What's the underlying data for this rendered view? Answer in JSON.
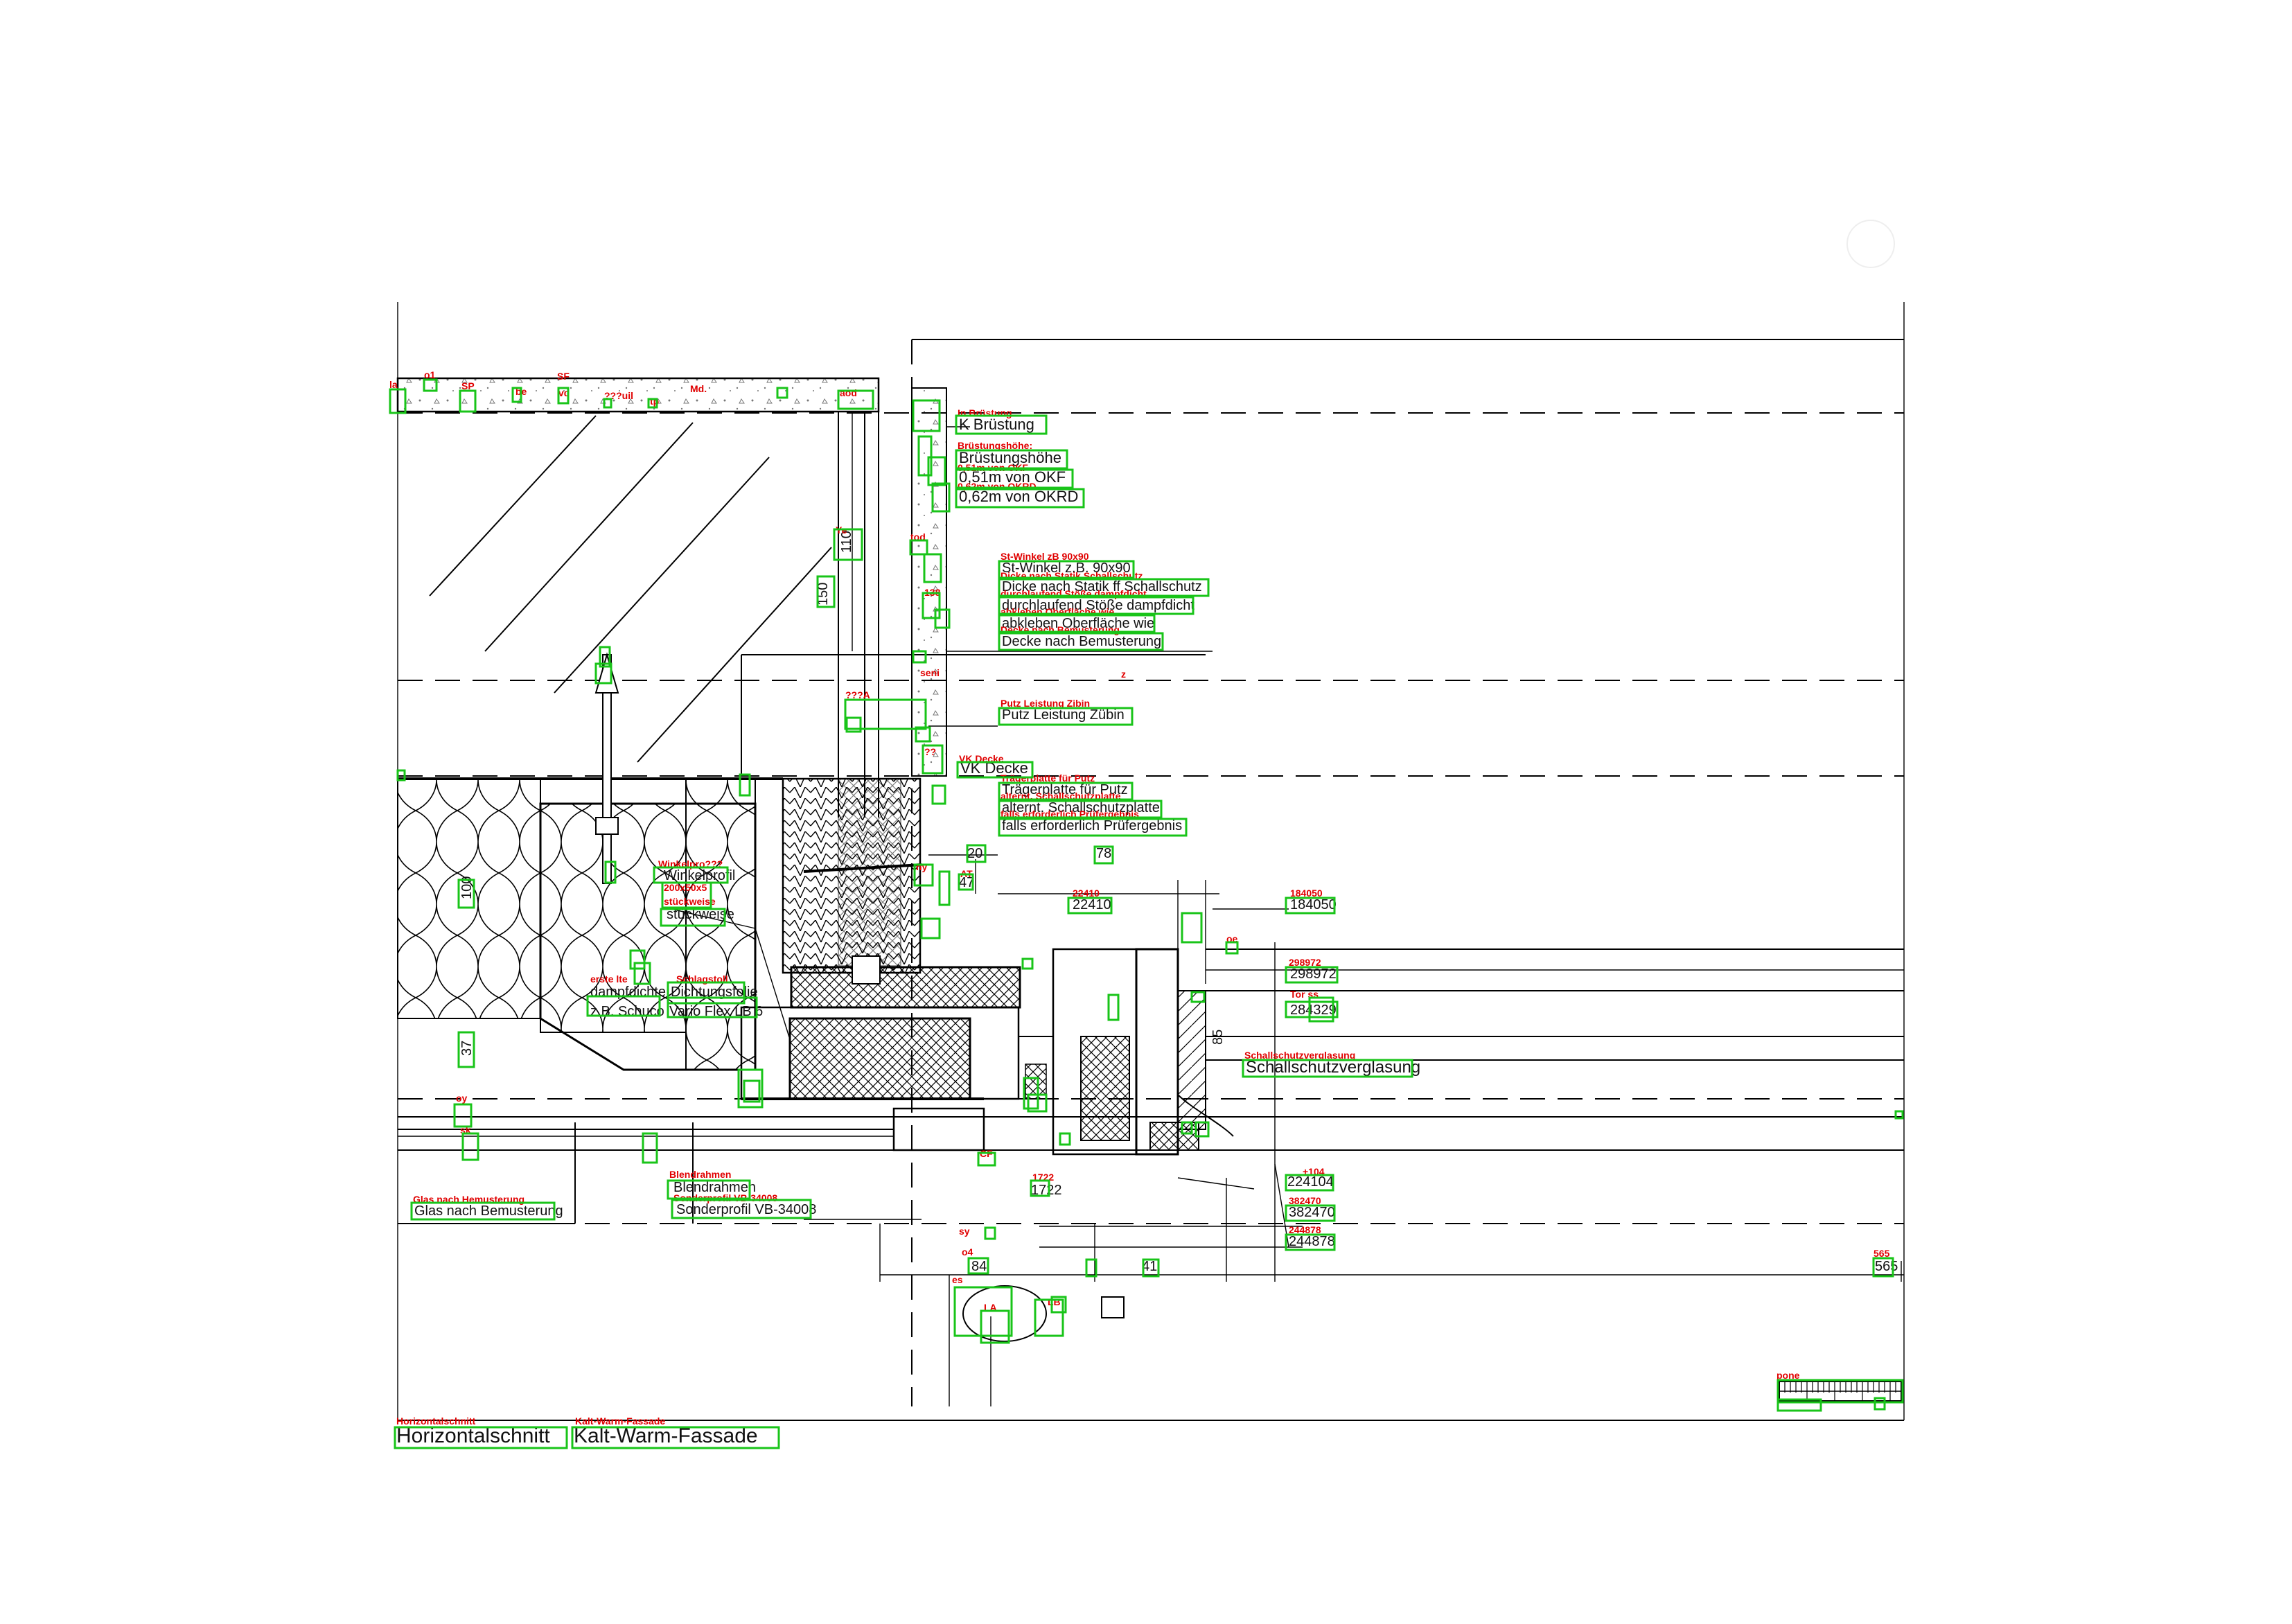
{
  "drawing": {
    "title_red": "Horizontalschnitt",
    "title_black": "Horizontalschnitt",
    "subtitle_red": "Kalt-Warm-Fassade",
    "subtitle_black": "Kalt-Warm-Fassade",
    "scale_label": "pone"
  },
  "annotations": {
    "brustung_red": "In Brüstung",
    "brustung_black": "K Brüstung",
    "bh_red": "Brüstungshöhe:",
    "bh_black": "Brüstungshöhe",
    "okf_red": "0,51m von OKF",
    "okf_black": "0,51m von OKF",
    "okrd_red": "0,62m von OKRD",
    "okrd_black": "0,62m von OKRD",
    "st1_red": "St-Winkel zB 90x90",
    "st1_black": "St-Winkel z.B. 90x90",
    "st2_red": "Dicke nach Statik Schallschutz",
    "st2_black": "Dicke nach Statik ff Schallschutz",
    "st3_red": "durchlaufend Stöße dampfdicht",
    "st3_black": "durchlaufend Stöße dampfdicht",
    "st4_red": "abkleben Oberfläche wie",
    "st4_black": "abkleben Oberfläche wie",
    "st5_red": "Decke nach Bemusterung",
    "st5_black": "Decke nach Bemusterung",
    "putz_red": "Putz Leistung Zibin",
    "putz_black": "Putz Leistung Zübin",
    "vk_red": "VK Decke",
    "vk_black": "VK Decke",
    "tp1_red": "Trägerplatte für Putz",
    "tp1_black": "Trägerplatte für Putz",
    "tp2_red": "alternt. Schallschutzplatte",
    "tp2_black": "alternt. Schallschutzplatte",
    "tp3_red": "falls erforderlich Prüfergebnis",
    "tp3_black": "falls erforderlich Prüfergebnis",
    "wp1_red": "Winkelpro???",
    "wp1_black": "Winkelprofil",
    "wp2_red": "200x50x5",
    "wp3_red": "stückweise",
    "wp3_black": "stückweise",
    "erste_red": "erste lte",
    "erste_black": "dampfdichte",
    "erste2_black": "z.B. Schuco",
    "schlag_red": "Schlagstoll",
    "schlag_black": "Dichtungsfolie",
    "schlag2_black": "Vario Flex LB 6",
    "glas_red": "Glas nach Hemusterung",
    "glas_black": "Glas nach Bemusterung",
    "blend_red": "Blendrahmen",
    "blend_black": "Blendrahmen",
    "sonder_red": "Sonderprofil VB-34008",
    "sonder_black": "Sonderprofil VB-34008",
    "schallschutz_red": "Schallschutzverglasung",
    "schallschutz_black": "Schallschutzverglasung"
  },
  "dimensions": {
    "d22410": "22410",
    "d184050": "184050",
    "d298972": "298972",
    "d284329": "284329",
    "d224104_red": "+104",
    "d224104": "224104",
    "d382470": "382470",
    "d244878": "244878",
    "d565": "565",
    "d1722": "1722",
    "d84": "84",
    "d20": "20",
    "d78": "78",
    "d47": "47",
    "d41": "41",
    "d110": "110",
    "d150": "150",
    "d85": "85",
    "d100": "100",
    "d37": "37"
  },
  "fragments": {
    "f_la1": "la",
    "f_ol": "o1",
    "f_sp": "SP",
    "f_be": "be",
    "f_sf": "SF",
    "f_vd": "vd",
    "f_tp": "tp",
    "f_qq": "???uil",
    "f_md": "Md.",
    "f_aod": "aod",
    "f_ye": "Ye",
    "f_tod": "tod",
    "f_138": "138",
    "f_seni": "seni",
    "f_qqa": "???A",
    "f_qq2": "??",
    "f_ny": "ny",
    "f_at": "AT",
    "f_oe": "oe",
    "f_tor": "Tor ss",
    "f_sy": "sy",
    "f_o4": "o4",
    "f_es": "es",
    "f_la": "LA",
    "f_lb": "LB",
    "f_sk": "sk",
    "f_oy": "oy",
    "f_cf": "CF",
    "f_z": "z"
  }
}
